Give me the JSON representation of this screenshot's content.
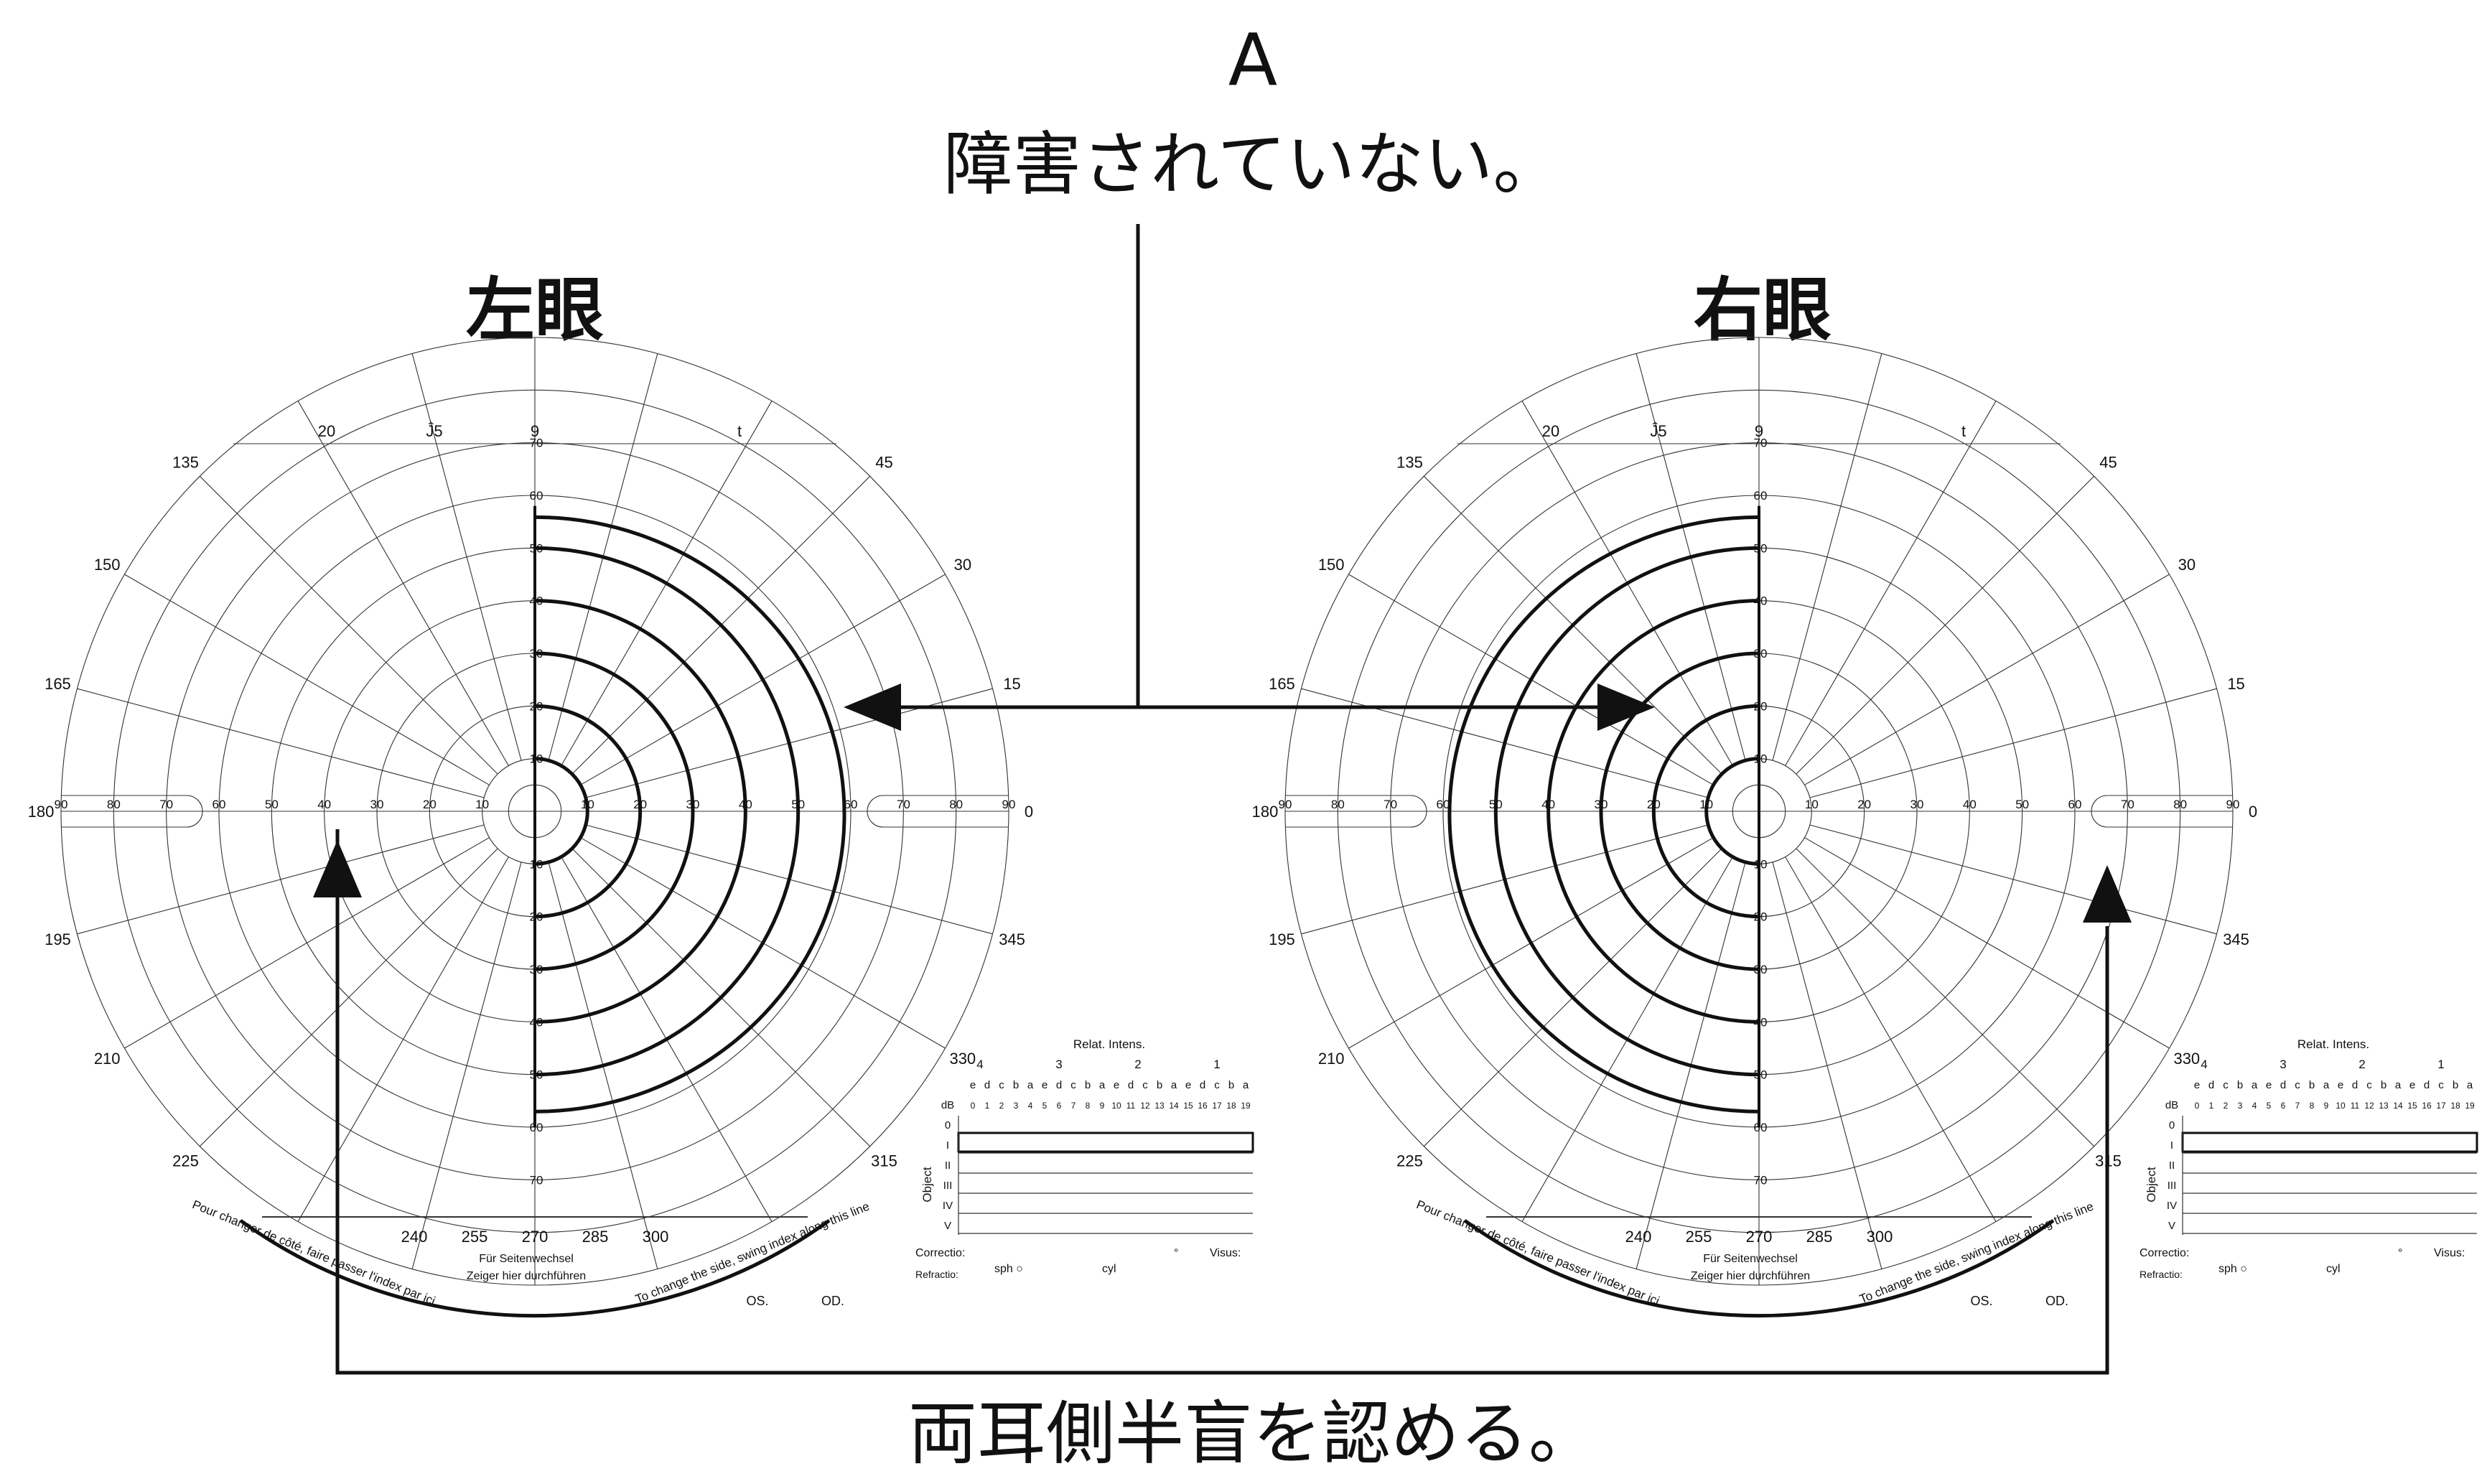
{
  "header": {
    "letter": "A",
    "caption_top": "障害されていない。",
    "caption_bottom": "両耳側半盲を認める。"
  },
  "eyes": [
    {
      "id": "left",
      "title": "左眼",
      "field_side": "right-half",
      "isopters_deg": [
        60,
        50,
        40,
        30,
        20,
        10
      ]
    },
    {
      "id": "right",
      "title": "右眼",
      "field_side": "left-half",
      "isopters_deg": [
        60,
        50,
        40,
        30,
        20,
        10
      ]
    }
  ],
  "chart_labels": {
    "meridians": [
      "0",
      "15",
      "30",
      "45",
      "135",
      "150",
      "165",
      "180",
      "195",
      "210",
      "225",
      "240",
      "255",
      "270",
      "285",
      "300",
      "315",
      "330",
      "345"
    ],
    "top_meridians": [
      "20",
      "Ĵ5",
      "9",
      "t"
    ],
    "ring_scale": [
      "10",
      "20",
      "30",
      "40",
      "50",
      "60",
      "70",
      "80",
      "90"
    ],
    "arc_left_text": "Pour changer de côté, faire passer l'index par ici",
    "arc_right_text": "To change the side, swing index along this line",
    "arc_center_line1": "Für Seitenwechsel",
    "arc_center_line2": "Zeiger hier durchführen",
    "os": "OS.",
    "od": "OD.",
    "correctio": "Correctio:",
    "refractio": "Refractio:",
    "sph": "sph ○",
    "cyl": "cyl",
    "visus": "Visus:",
    "degree": "°"
  },
  "table": {
    "title": "Relat. Intens.",
    "groups": [
      "4",
      "3",
      "2",
      "1"
    ],
    "letters": [
      "e",
      "d",
      "c",
      "b",
      "a",
      "e",
      "d",
      "c",
      "b",
      "a",
      "e",
      "d",
      "c",
      "b",
      "a",
      "e",
      "d",
      "c",
      "b",
      "a"
    ],
    "db_label": "dB",
    "db_values": [
      "0",
      "1",
      "2",
      "3",
      "4",
      "5",
      "6",
      "7",
      "8",
      "9",
      "10",
      "11",
      "12",
      "13",
      "14",
      "15",
      "16",
      "17",
      "18",
      "19"
    ],
    "object_label": "Object",
    "objects": [
      "0",
      "I",
      "II",
      "III",
      "IV",
      "V"
    ]
  },
  "colors": {
    "ink": "#111111",
    "grid": "#333333"
  }
}
